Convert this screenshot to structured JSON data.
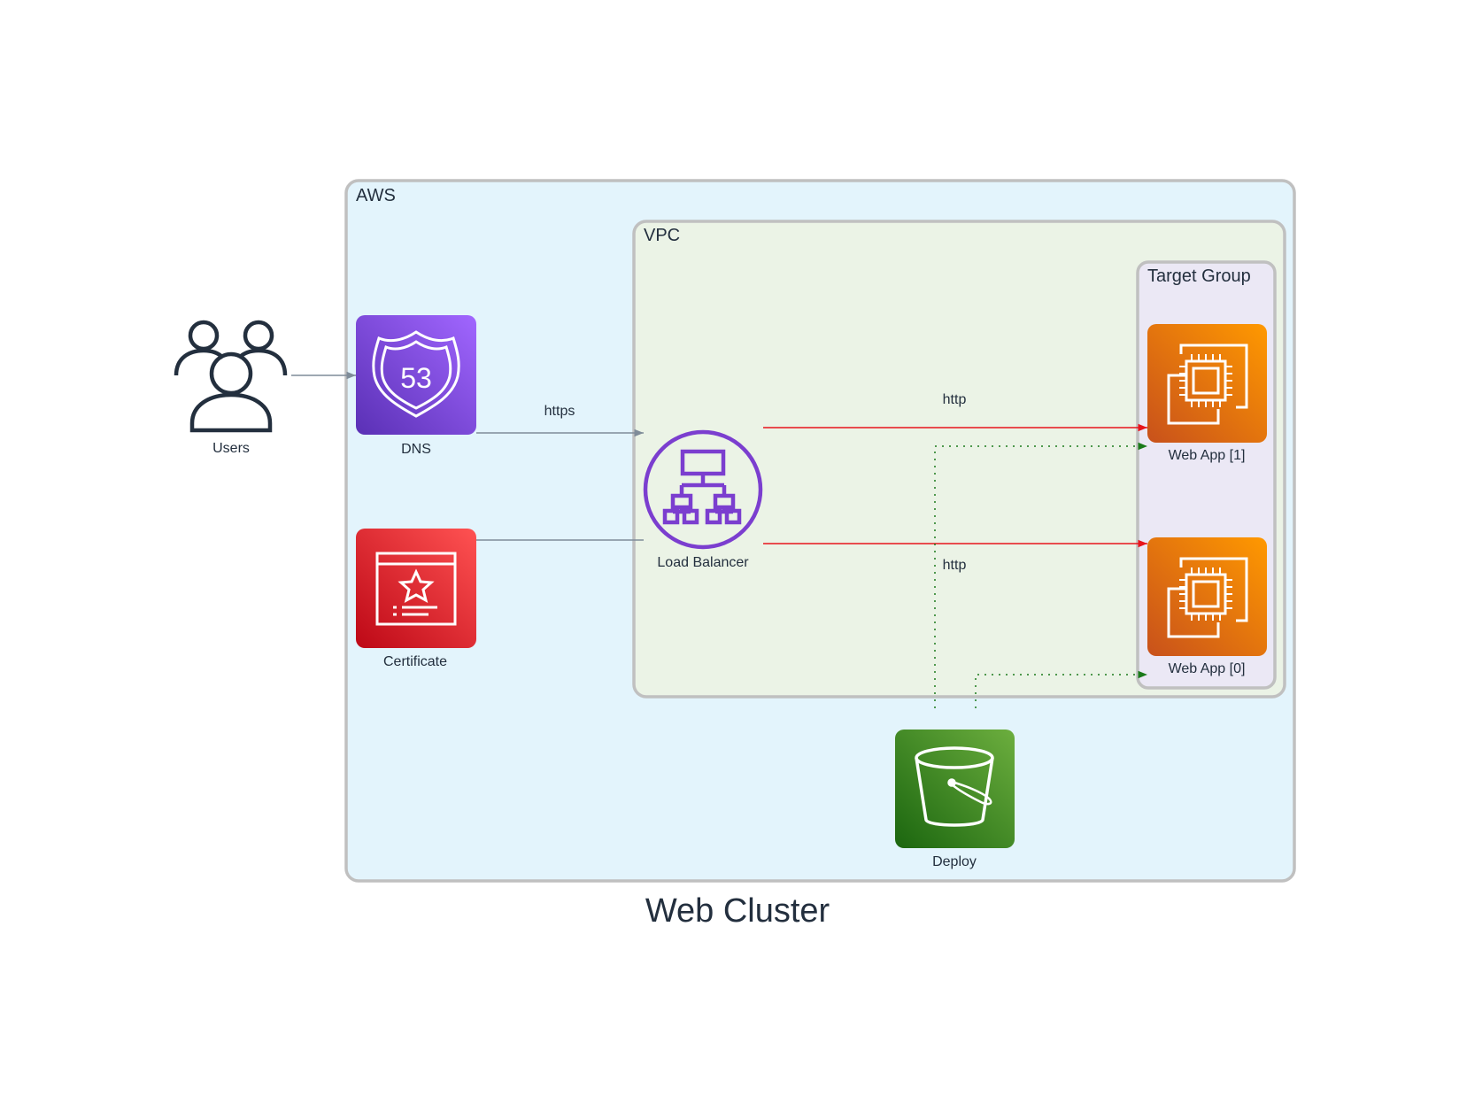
{
  "title": "Web Cluster",
  "groups": {
    "aws": {
      "label": "AWS",
      "fill": "#e3f4fc",
      "stroke": "#c0c0c0"
    },
    "vpc": {
      "label": "VPC",
      "fill": "#ebf3e6",
      "stroke": "#c0c0c0"
    },
    "target_group": {
      "label": "Target Group",
      "fill": "#ebe8f5",
      "stroke": "#c0c0c0"
    }
  },
  "nodes": {
    "users": {
      "label": "Users",
      "icon": "users-icon"
    },
    "dns": {
      "label": "DNS",
      "icon": "route53-shield-icon",
      "badge": "53",
      "color": "#7d3fd8"
    },
    "certificate": {
      "label": "Certificate",
      "icon": "certificate-icon",
      "color": "#dd2a33"
    },
    "load_balancer": {
      "label": "Load Balancer",
      "icon": "load-balancer-icon",
      "color": "#7b3ecf"
    },
    "web_app_1": {
      "label": "Web App [1]",
      "icon": "ec2-instance-icon",
      "color": "#ed7d0f"
    },
    "web_app_0": {
      "label": "Web App [0]",
      "icon": "ec2-instance-icon",
      "color": "#ed7d0f"
    },
    "deploy": {
      "label": "Deploy",
      "icon": "s3-bucket-icon",
      "color": "#3f8f24"
    }
  },
  "edges": {
    "users_dns": {
      "from": "Users",
      "to": "DNS",
      "label": "",
      "color": "#7f8c99"
    },
    "dns_lb": {
      "from": "DNS",
      "to": "Load Balancer",
      "label": "https",
      "color": "#7f8c99"
    },
    "cert_lb": {
      "from": "Certificate",
      "to": "Load Balancer",
      "label": "",
      "color": "#7f8c99"
    },
    "lb_app1": {
      "from": "Load Balancer",
      "to": "Web App [1]",
      "label": "http",
      "color": "#e8141b"
    },
    "lb_app0": {
      "from": "Load Balancer",
      "to": "Web App [0]",
      "label": "http",
      "color": "#e8141b"
    },
    "deploy_app1": {
      "from": "Deploy",
      "to": "Web App [1]",
      "label": "",
      "color": "#1a7a1a",
      "style": "dotted"
    },
    "deploy_app0": {
      "from": "Deploy",
      "to": "Web App [0]",
      "label": "",
      "color": "#1a7a1a",
      "style": "dotted"
    }
  }
}
